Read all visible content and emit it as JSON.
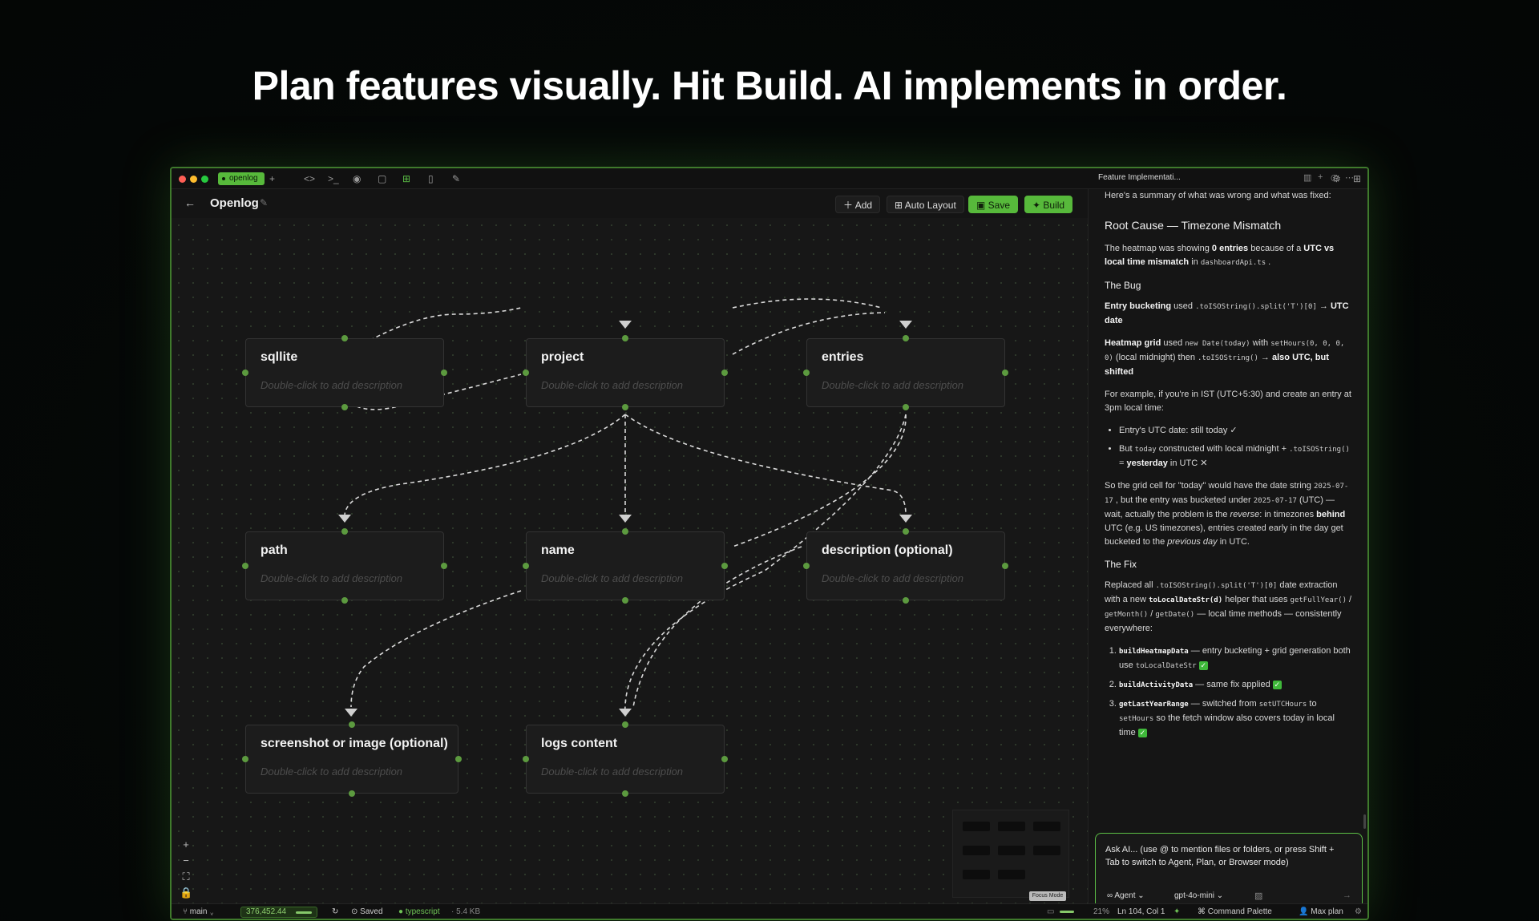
{
  "headline": "Plan features visually. Hit Build. AI implements in order.",
  "window": {
    "project_tab": "openlog",
    "title": "Openlog",
    "toolbar": {
      "add": "Add",
      "auto_layout": "Auto Layout",
      "save": "Save",
      "build": "Build"
    },
    "colors": {
      "accent": "#57b93b",
      "border": "#3f7a2c"
    }
  },
  "nodes": [
    {
      "title": "sqllite",
      "desc": "Double-click to add description"
    },
    {
      "title": "project",
      "desc": "Double-click to add description"
    },
    {
      "title": "entries",
      "desc": "Double-click to add description"
    },
    {
      "title": "path",
      "desc": "Double-click to add description"
    },
    {
      "title": "name",
      "desc": "Double-click to add description"
    },
    {
      "title": "description (optional)",
      "desc": "Double-click to add description"
    },
    {
      "title": "screenshot or image (optional)",
      "desc": "Double-click to add description"
    },
    {
      "title": "logs content",
      "desc": "Double-click to add description"
    }
  ],
  "panel": {
    "tab": "Feature Implementati...",
    "intro": "Here's a summary of what was wrong and what was fixed:",
    "h_root": "Root Cause — Timezone Mismatch",
    "root_p1a": "The heatmap was showing ",
    "root_p1b": "0 entries",
    "root_p1c": " because of a ",
    "root_p1d": "UTC vs local time mismatch",
    "root_p1e": " in ",
    "root_p1f": "dashboardApi.ts",
    "root_p1g": " .",
    "h_bug": "The Bug",
    "bug1a": "Entry bucketing",
    "bug1b": " used ",
    "bug1c": ".toISOString().split('T')[0]",
    "bug1d": " → ",
    "bug1e": "UTC date",
    "bug2a": "Heatmap grid",
    "bug2b": " used ",
    "bug2c": "new Date(today)",
    "bug2d": " with ",
    "bug2e": "setHours(0, 0, 0, 0)",
    "bug2f": " (local midnight) then ",
    "bug2g": ".toISOString()",
    "bug2h": " → ",
    "bug2i": "also UTC, but shifted",
    "example": "For example, if you're in IST (UTC+5:30) and create an entry at 3pm local time:",
    "li1": "Entry's UTC date: still today ✓",
    "li2a": "But ",
    "li2b": "today",
    "li2c": " constructed with local midnight + ",
    "li2d": ".toISOString()",
    "li2e": " = ",
    "li2f": "yesterday",
    "li2g": " in UTC ✕",
    "grid_a": "So the grid cell for \"today\" would have the date string ",
    "grid_b": "2025-07-17",
    "grid_c": " , but the entry was bucketed under ",
    "grid_d": "2025-07-17",
    "grid_e": " (UTC) — wait, actually the problem is the ",
    "grid_f": "reverse",
    "grid_g": ": in timezones ",
    "grid_h": "behind",
    "grid_i": " UTC (e.g. US timezones), entries created early in the day get bucketed to the ",
    "grid_j": "previous day",
    "grid_k": " in UTC.",
    "h_fix": "The Fix",
    "fix_a": "Replaced all ",
    "fix_b": ".toISOString().split('T')[0]",
    "fix_c": " date extraction with a new ",
    "fix_d": "toLocalDateStr(d)",
    "fix_e": " helper that uses ",
    "fix_f": "getFullYear()",
    "fix_g": " / ",
    "fix_h": "getMonth()",
    "fix_i": " / ",
    "fix_j": "getDate()",
    "fix_k": " — local time methods — consistently everywhere:",
    "ol1a": "buildHeatmapData",
    "ol1b": " — entry bucketing + grid generation both use ",
    "ol1c": "toLocalDateStr",
    "ol2a": "buildActivityData",
    "ol2b": " — same fix applied",
    "ol3a": "getLastYearRange",
    "ol3b": " — switched from ",
    "ol3c": "setUTCHours",
    "ol3d": " to ",
    "ol3e": "setHours",
    "ol3f": " so the fetch window also covers today in local time",
    "ask_placeholder": "Ask AI... (use @ to mention files or folders, or press Shift + Tab to switch to Agent, Plan, or Browser mode)",
    "agent": "Agent",
    "model": "gpt-4o-mini"
  },
  "status": {
    "branch": "main",
    "credits": "376,452.44",
    "saved": "Saved",
    "language": "typescript",
    "size": "· 5.4 KB",
    "percent": "21%",
    "position": "Ln 104, Col 1",
    "palette": "Command Palette",
    "plan": "Max plan",
    "tooltip": "Focus Mode"
  }
}
